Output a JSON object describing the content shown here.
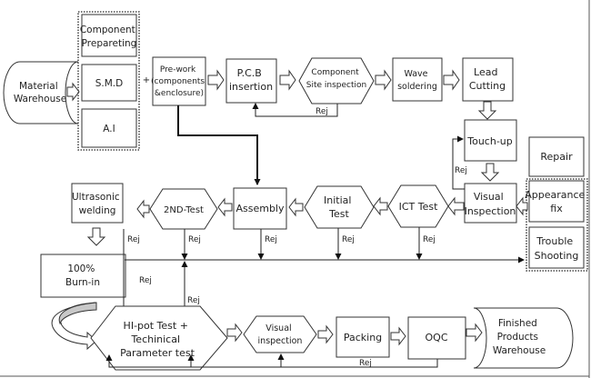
{
  "title": "Production Process Flow",
  "nodes": {
    "material_warehouse": [
      "Material",
      "Warehouse"
    ],
    "component_preparing": [
      "Component",
      "Prepareting"
    ],
    "smd": [
      "S.M.D"
    ],
    "ai": [
      "A.I"
    ],
    "plus": "+",
    "prework": [
      "Pre-work",
      "(components",
      "&enclosure)"
    ],
    "pcb_insertion": [
      "P.C.B",
      "insertion"
    ],
    "component_site_inspection": [
      "Component",
      "Site inspection"
    ],
    "wave_soldering": [
      "Wave",
      "soldering"
    ],
    "lead_cutting": [
      "Lead",
      "Cutting"
    ],
    "touch_up": [
      "Touch-up"
    ],
    "repair": [
      "Repair"
    ],
    "visual_inspection_1": [
      "Visual",
      "Inspection"
    ],
    "appearance_fix": [
      "Appearance",
      "fix"
    ],
    "trouble_shooting": [
      "Trouble",
      "Shooting"
    ],
    "ict_test": [
      "ICT Test"
    ],
    "initial_test": [
      "Initial",
      "Test"
    ],
    "assembly": [
      "Assembly"
    ],
    "second_test": [
      "2ND-Test"
    ],
    "ultrasonic_welding": [
      "Ultrasonic",
      "welding"
    ],
    "burn_in": [
      "100%",
      "Burn-in"
    ],
    "hipot_test": [
      "HI-pot Test +",
      "Techinical",
      "Parameter test"
    ],
    "visual_inspection_2": [
      "Visual",
      "inspection"
    ],
    "packing": [
      "Packing"
    ],
    "oqc": [
      "OQC"
    ],
    "finished_warehouse": [
      "Finished",
      "Products",
      "Warehouse"
    ]
  },
  "reject_label": "Rej",
  "colors": {
    "stroke": "#333333",
    "curved_arrow_fill": "#c8c8c8",
    "background": "#ffffff"
  }
}
